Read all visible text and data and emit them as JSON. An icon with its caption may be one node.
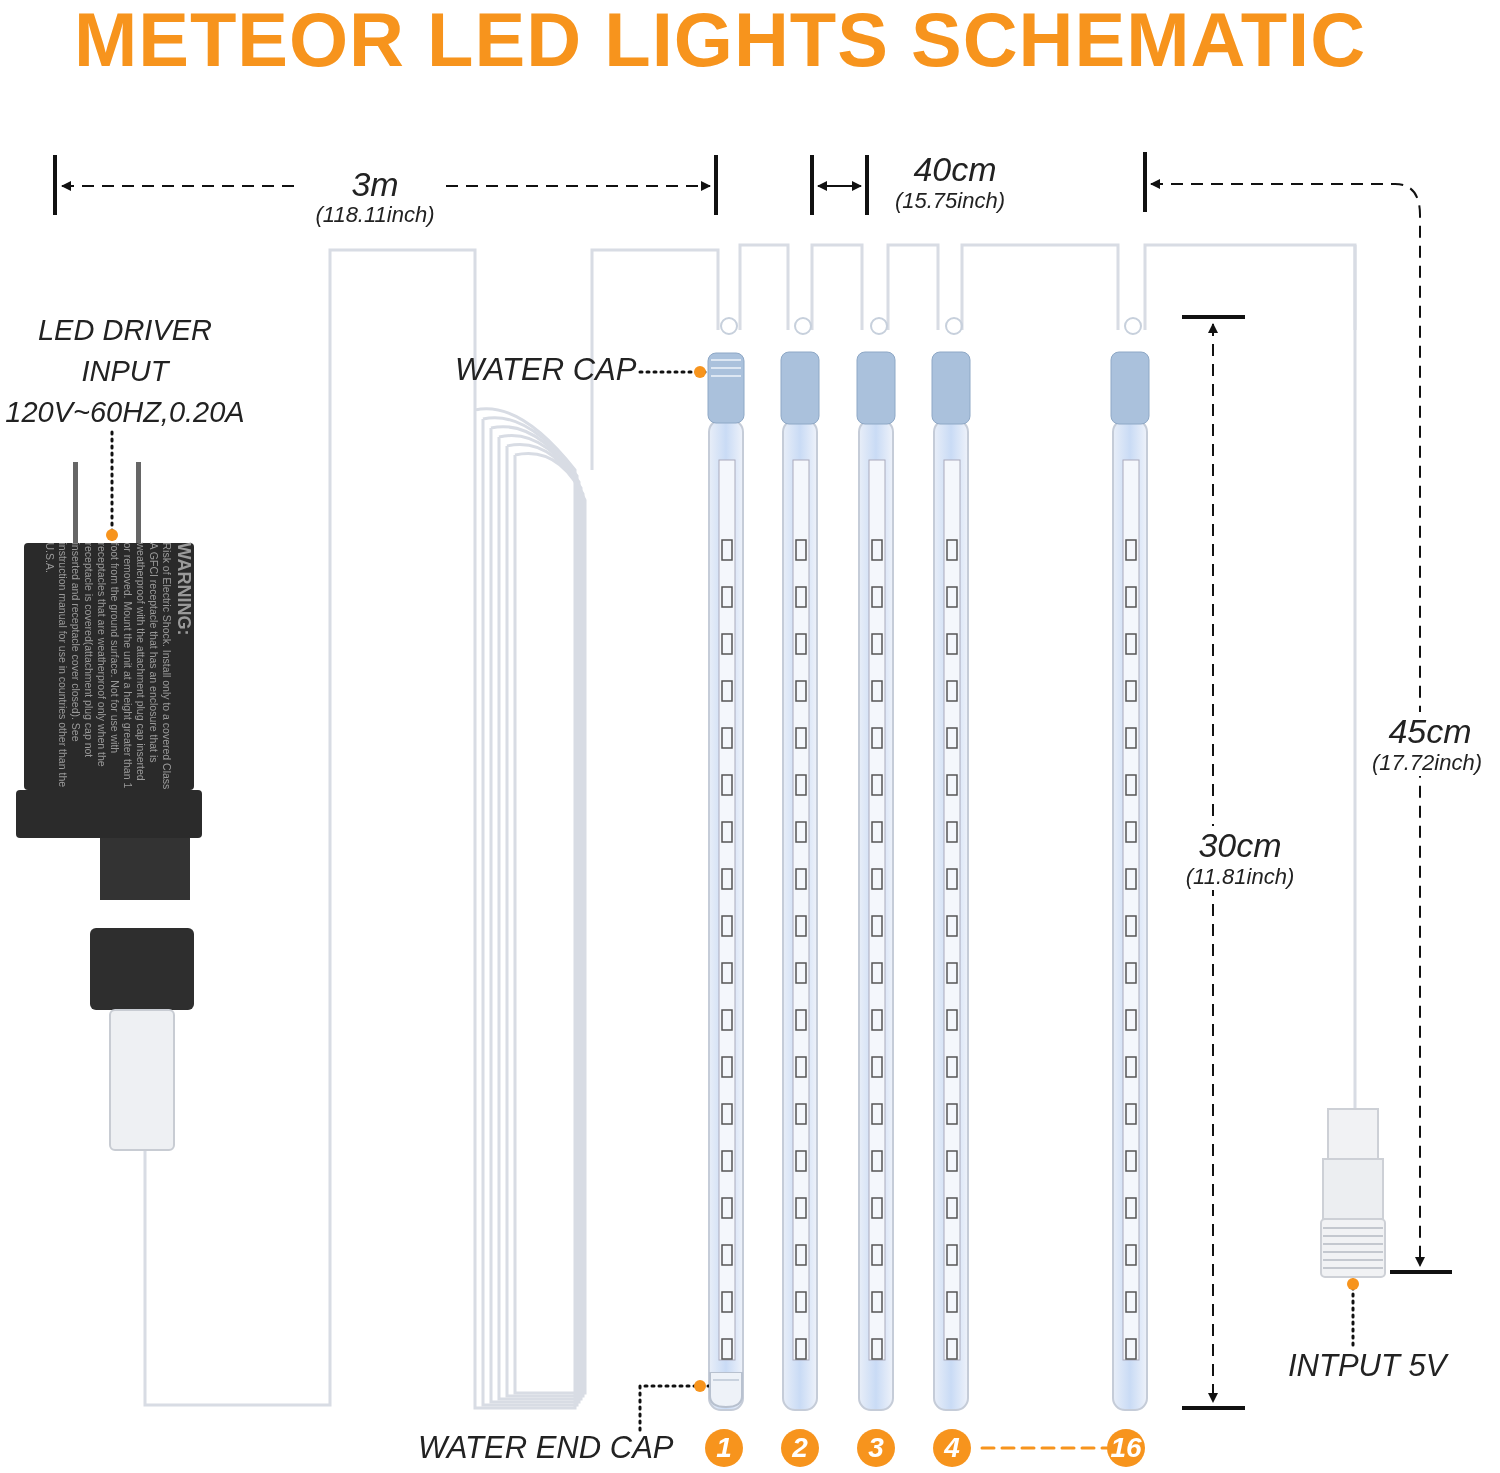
{
  "diagram": {
    "title": "METEOR LED LIGHTS SCHEMATIC",
    "nodes": [
      {
        "text": [
          "LED DRIVER INPUT 120V~60HZ,0.20A"
        ]
      },
      {
        "text": [
          "WARNING:",
          "Risk of Electric Shock. Install only to a covered Class A GFCI receptacle that has an enclosure that is weatherproof with the attachment plug cap inserted or removed. Mount the unit at a height greater than 1 foot from the ground surface. Not for use with receptacles that are weatherproof only when the receptacle is covered(attachment plug cap not inserted and receptacle cover closed). See instruction manual for use in countries other than the U.S.A."
        ]
      },
      {
        "text": [
          "WATER CAP"
        ]
      },
      {
        "text": [],
        "shape": "picture"
      },
      {
        "text": [
          "WATER END CAP"
        ]
      },
      {
        "text": [],
        "shape": "picture"
      },
      {
        "text": [
          "INTPUT 5V"
        ]
      },
      {
        "text": [],
        "shape": "picture"
      },
      {
        "text": [
          "1"
        ]
      },
      {
        "text": [
          "2"
        ]
      },
      {
        "text": [
          "3"
        ]
      },
      {
        "text": [
          "4"
        ]
      },
      {
        "text": [
          "16"
        ]
      }
    ],
    "edges": [
      {
        "from": 0,
        "to": 1,
        "arrow": "none"
      },
      {
        "from": 2,
        "to": 3,
        "arrow": "none"
      },
      {
        "from": 4,
        "to": 5,
        "arrow": "none"
      },
      {
        "from": 6,
        "to": 7,
        "arrow": "none"
      },
      {
        "from": 11,
        "to": 12,
        "arrow": "none",
        "style": "dashed",
        "color": "#f7941d"
      }
    ],
    "labels": [
      "3m",
      "(118.11inch)",
      "40cm",
      "(15.75inch)",
      "45cm",
      "(17.72inch)",
      "30cm",
      "(11.81inch)"
    ]
  }
}
